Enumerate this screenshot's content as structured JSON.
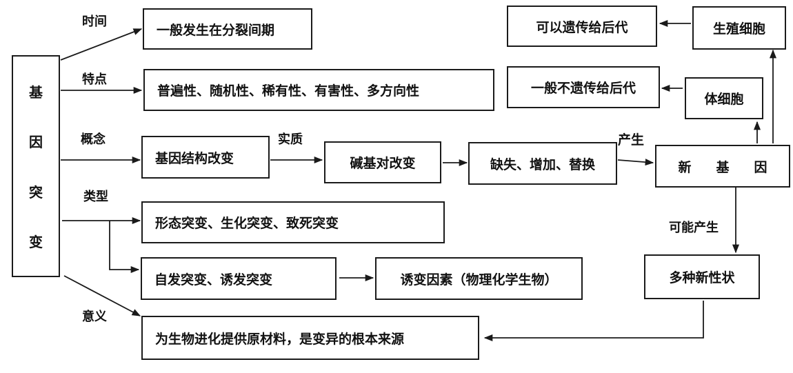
{
  "central": {
    "chars": [
      "基",
      "因",
      "突",
      "变"
    ]
  },
  "branch_labels": {
    "time": "时间",
    "feature": "特点",
    "concept": "概念",
    "type": "类型",
    "significance": "意义"
  },
  "boxes": {
    "time_box": "一般发生在分裂间期",
    "feature_box": "普遍性、随机性、稀有性、有害性、多方向性",
    "concept_box": "基因结构改变",
    "base_pair_box": "碱基对改变",
    "change_types_box": "缺失、增加、替换",
    "new_gene_chars": [
      "新",
      "基",
      "因"
    ],
    "morph_box": "形态突变、生化突变、致死突变",
    "spontaneous_box": "自发突变、诱发突变",
    "mutagen_box": "诱变因素（物理化学生物）",
    "significance_box": "为生物进化提供原材料，是变异的根本来源",
    "new_traits_box": "多种新性状",
    "germ_cell_box": "生殖细胞",
    "inherit_box": "可以遗传给后代",
    "somatic_cell_box": "体细胞",
    "not_inherit_box": "一般不遗传给后代"
  },
  "edge_labels": {
    "essence": "实质",
    "produce": "产生",
    "may_produce": "可能产生"
  }
}
